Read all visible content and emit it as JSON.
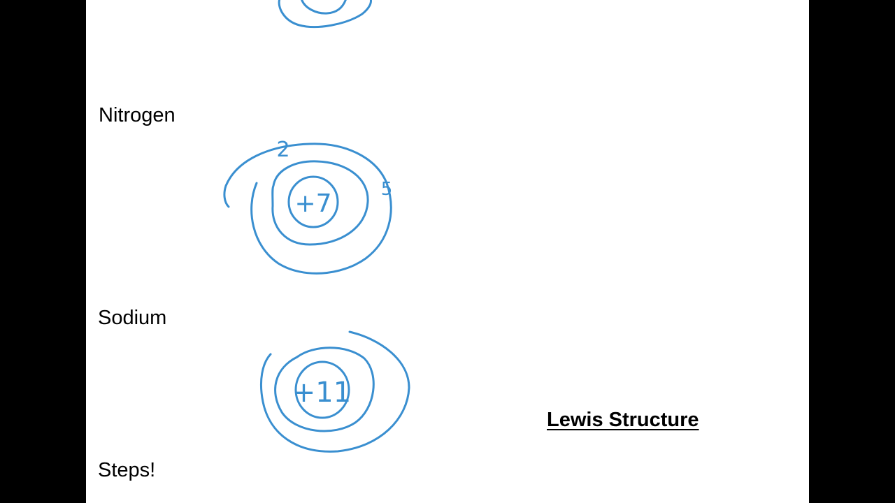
{
  "slide": {
    "background": "#ffffff",
    "frame_color": "#000000",
    "ink_color": "#3a8fd0",
    "labels": {
      "nitrogen": "Nitrogen",
      "sodium": "Sodium",
      "steps": "Steps!"
    },
    "heading": "Lewis Structure",
    "annotations": {
      "nitrogen_nucleus": "+7",
      "nitrogen_inner_count": "2",
      "nitrogen_outer_count": "5",
      "sodium_nucleus": "+11"
    }
  }
}
